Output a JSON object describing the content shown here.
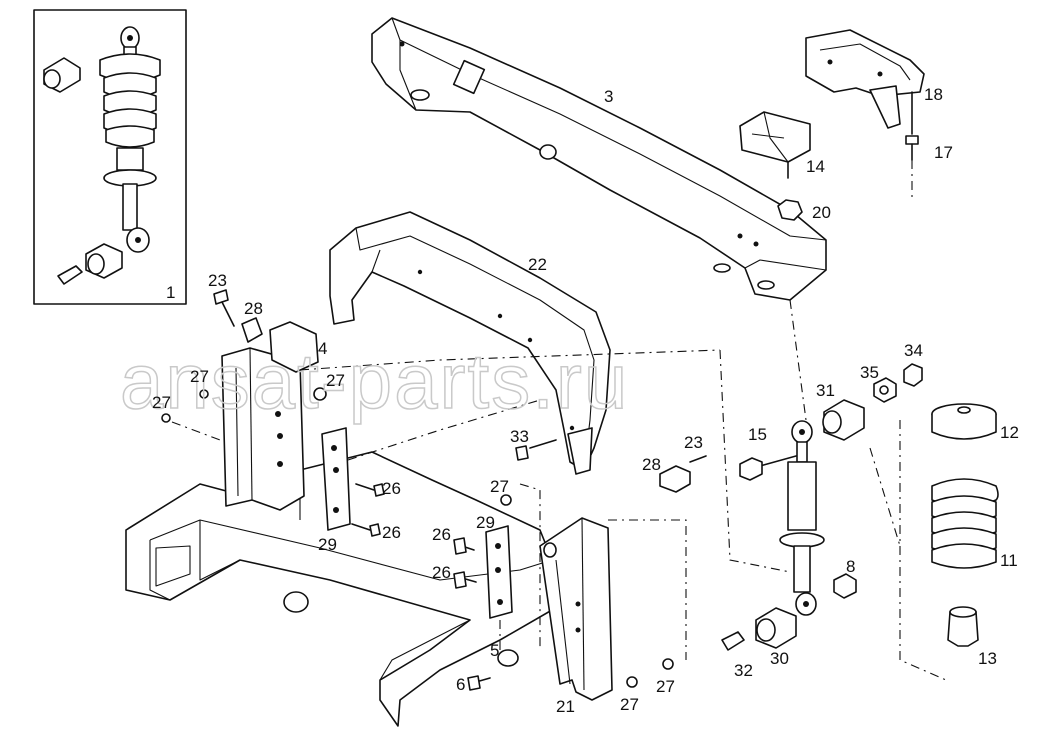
{
  "watermark": "ansat-parts.ru",
  "callouts": {
    "c1": "1",
    "c3": "3",
    "c4": "4",
    "c5": "5",
    "c6": "6",
    "c8": "8",
    "c11": "11",
    "c12": "12",
    "c13": "13",
    "c14": "14",
    "c15": "15",
    "c17": "17",
    "c18": "18",
    "c20": "20",
    "c21": "21",
    "c22": "22",
    "c23a": "23",
    "c23b": "23",
    "c26a": "26",
    "c26b": "26",
    "c26c": "26",
    "c26d": "26",
    "c27a": "27",
    "c27b": "27",
    "c27c": "27",
    "c27d": "27",
    "c27e": "27",
    "c27f": "27",
    "c28a": "28",
    "c28b": "28",
    "c29a": "29",
    "c29b": "29",
    "c30": "30",
    "c31": "31",
    "c32": "32",
    "c33": "33",
    "c34": "34",
    "c35": "35"
  }
}
